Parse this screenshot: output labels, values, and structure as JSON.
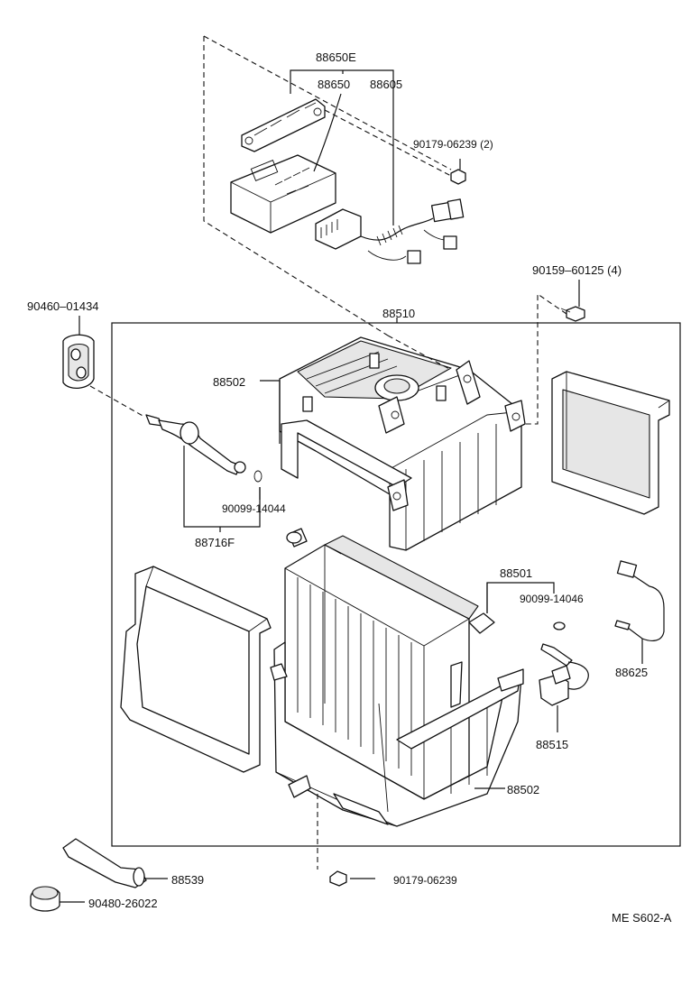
{
  "labels": {
    "p88650E": "88650E",
    "p88650": "88650",
    "p88605": "88605",
    "p90179_2": "90179-06239 (2)",
    "p90159": "90159–60125 (4)",
    "p90460": "90460–01434",
    "p88510": "88510",
    "p88502_top": "88502",
    "p90099_14044": "90099-14044",
    "p88716F": "88716F",
    "p88501": "88501",
    "p90099_14046": "90099-14046",
    "p88625": "88625",
    "p88515": "88515",
    "p88502_bottom": "88502",
    "p88539": "88539",
    "p90480": "90480-26022",
    "p90179": "90179-06239",
    "figure_code": "ME S602-A"
  },
  "colors": {
    "line": "#111111",
    "fill": "#ffffff",
    "shade": "#e6e6e6"
  }
}
